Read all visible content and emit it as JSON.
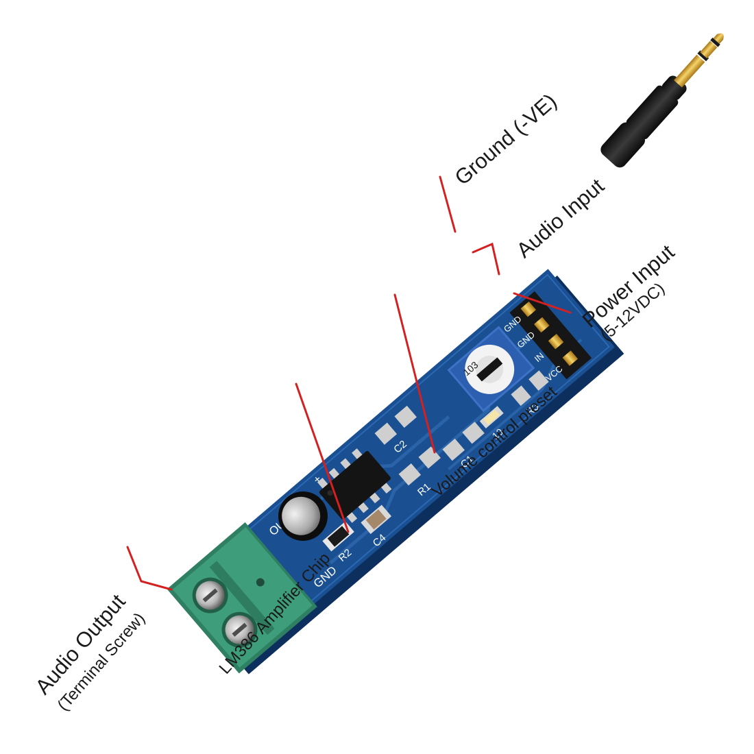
{
  "labels": {
    "ground": "Ground (-VE)",
    "audio_input": "Audio Input",
    "power_input": "Power Input",
    "power_input_sub": "(5-12VDC)",
    "volume_preset": "Volume control preset",
    "chip": "LM386 Amplifier Chip",
    "audio_output": "Audio Output",
    "audio_output_sub": "(Terminal Screw)"
  },
  "board": {
    "pin_labels": [
      "GND",
      "GND",
      "IN",
      "VCC"
    ],
    "silkscreen": {
      "out": "OUT",
      "gnd": "GND",
      "c1": "C1",
      "c2": "C2",
      "c4": "C4",
      "r1": "R1",
      "r2": "R2",
      "r3": "R3",
      "plus": "+",
      "ten": "10"
    },
    "pot_marking": "103"
  },
  "colors": {
    "pcb": "#1a4f92",
    "pcb_dark": "#10366a",
    "terminal": "#3e9e7c",
    "leader": "#d42020",
    "gold": "#d7a52a",
    "text": "#1a1a1a"
  }
}
